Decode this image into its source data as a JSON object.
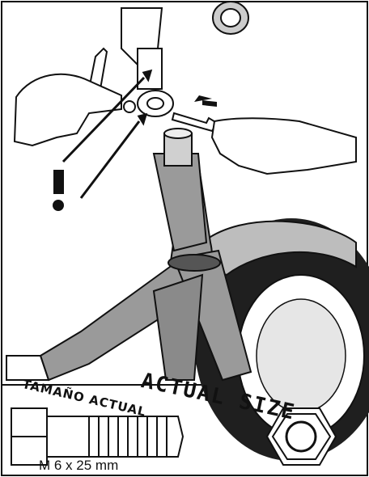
{
  "labels": {
    "tamano_actual": "TAMAÑO ACTUAL",
    "actual_size": "ACTUAL SIZE",
    "bolt_dimension": "M 6 x 25 mm"
  },
  "colors": {
    "frame_gray": "#9a9a9a",
    "tire_dark": "#1f1f1f",
    "fender_gray": "#bdbdbd",
    "line": "#111111",
    "skin": "#ffffff"
  },
  "icons": [
    "warning-exclamation-icon",
    "direction-arrow-icon"
  ]
}
